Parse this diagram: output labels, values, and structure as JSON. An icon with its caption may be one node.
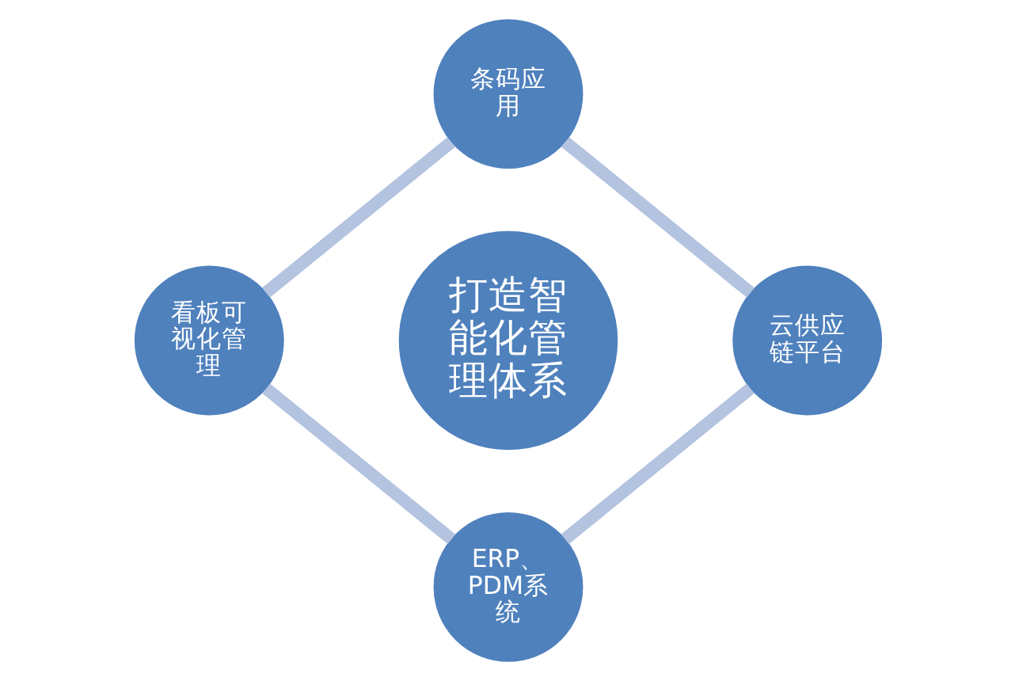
{
  "diagram": {
    "nodes": [
      {
        "text": [
          "打造智能化管理体系"
        ]
      },
      {
        "text": [
          "条码应用"
        ]
      },
      {
        "text": [
          "云供应链平台"
        ]
      },
      {
        "text": [
          "ERP、PDM系统"
        ]
      },
      {
        "text": [
          "看板可视化管理"
        ]
      }
    ],
    "edges": [
      {
        "from": 1,
        "to": 2,
        "arrow": "none"
      },
      {
        "from": 2,
        "to": 3,
        "arrow": "none"
      },
      {
        "from": 3,
        "to": 4,
        "arrow": "none"
      },
      {
        "from": 4,
        "to": 1,
        "arrow": "none"
      }
    ]
  }
}
